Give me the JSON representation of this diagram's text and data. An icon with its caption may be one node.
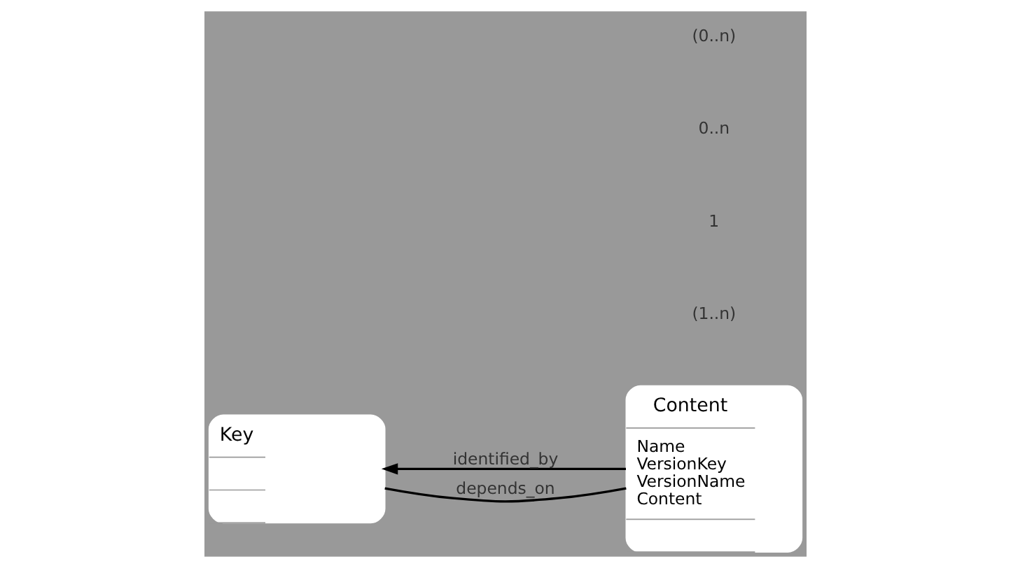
{
  "diagram": {
    "nodes": [
      {
        "text": [
          "Key"
        ]
      },
      {
        "text": [
          "Content",
          "Name VersionKey VersionName Content"
        ]
      }
    ],
    "edges": [
      {
        "from": 1,
        "to": 0,
        "arrow": "to",
        "label": "identified_by"
      },
      {
        "from": 1,
        "to": 0,
        "arrow": "none",
        "label": "depends_on"
      }
    ],
    "labels": [
      "(1..n)",
      "1",
      "0..n",
      "(0..n)"
    ]
  }
}
